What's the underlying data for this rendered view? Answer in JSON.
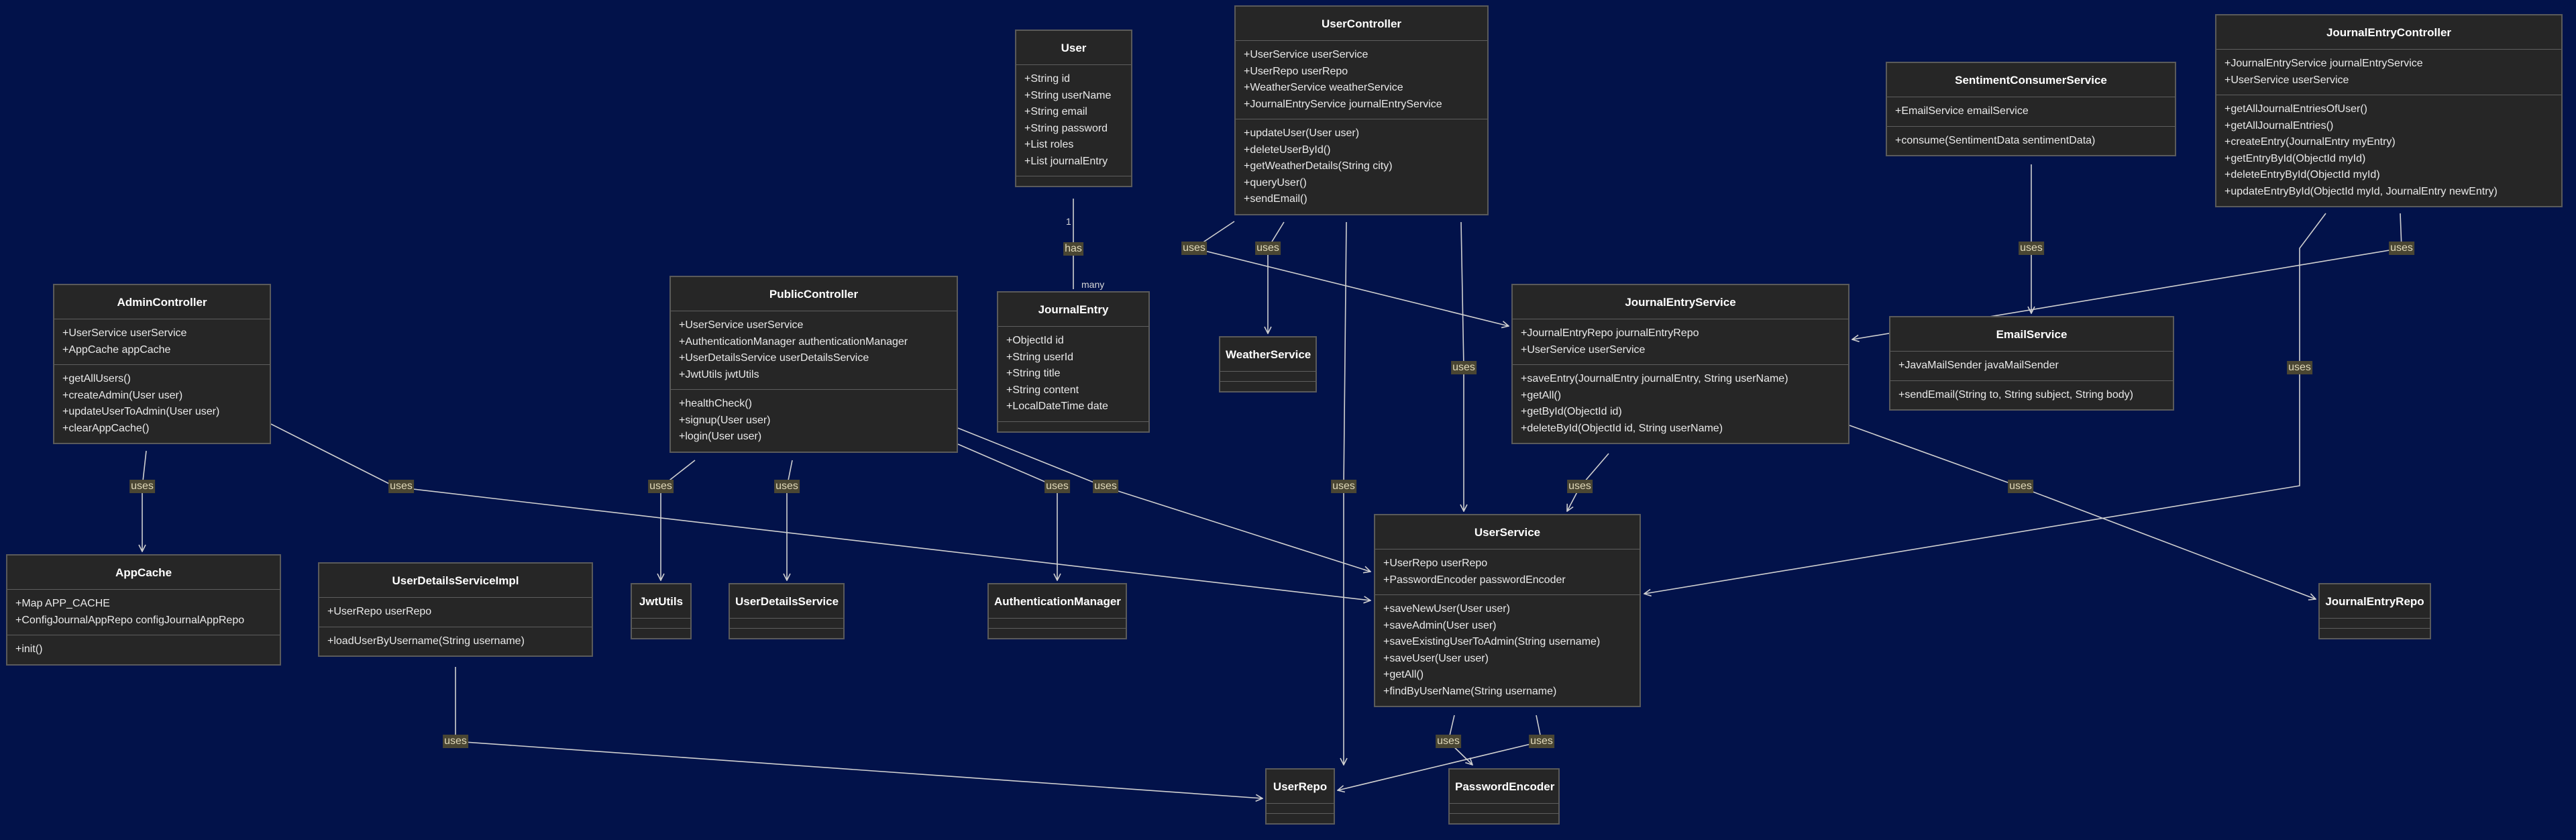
{
  "classes": [
    {
      "id": "User",
      "title": "User",
      "fields": [
        "+String id",
        "+String userName",
        "+String email",
        "+String password",
        "+List roles",
        "+List journalEntry"
      ],
      "methods": []
    },
    {
      "id": "UserController",
      "title": "UserController",
      "fields": [
        "+UserService userService",
        "+UserRepo userRepo",
        "+WeatherService weatherService",
        "+JournalEntryService journalEntryService"
      ],
      "methods": [
        "+updateUser(User user)",
        "+deleteUserById()",
        "+getWeatherDetails(String city)",
        "+queryUser()",
        "+sendEmail()"
      ]
    },
    {
      "id": "JournalEntryController",
      "title": "JournalEntryController",
      "fields": [
        "+JournalEntryService journalEntryService",
        "+UserService userService"
      ],
      "methods": [
        "+getAllJournalEntriesOfUser()",
        "+getAllJournalEntries()",
        "+createEntry(JournalEntry myEntry)",
        "+getEntryById(ObjectId myId)",
        "+deleteEntryById(ObjectId myId)",
        "+updateEntryById(ObjectId myId, JournalEntry newEntry)"
      ]
    },
    {
      "id": "SentimentConsumerService",
      "title": "SentimentConsumerService",
      "fields": [
        "+EmailService emailService"
      ],
      "methods": [
        "+consume(SentimentData sentimentData)"
      ]
    },
    {
      "id": "AdminController",
      "title": "AdminController",
      "fields": [
        "+UserService userService",
        "+AppCache appCache"
      ],
      "methods": [
        "+getAllUsers()",
        "+createAdmin(User user)",
        "+updateUserToAdmin(User user)",
        "+clearAppCache()"
      ]
    },
    {
      "id": "PublicController",
      "title": "PublicController",
      "fields": [
        "+UserService userService",
        "+AuthenticationManager authenticationManager",
        "+UserDetailsService userDetailsService",
        "+JwtUtils jwtUtils"
      ],
      "methods": [
        "+healthCheck()",
        "+signup(User user)",
        "+login(User user)"
      ]
    },
    {
      "id": "JournalEntry",
      "title": "JournalEntry",
      "fields": [
        "+ObjectId id",
        "+String userId",
        "+String title",
        "+String content",
        "+LocalDateTime date"
      ],
      "methods": []
    },
    {
      "id": "WeatherService",
      "title": "WeatherService",
      "fields": [],
      "methods": []
    },
    {
      "id": "JournalEntryService",
      "title": "JournalEntryService",
      "fields": [
        "+JournalEntryRepo journalEntryRepo",
        "+UserService userService"
      ],
      "methods": [
        "+saveEntry(JournalEntry journalEntry, String userName)",
        "+getAll()",
        "+getById(ObjectId id)",
        "+deleteById(ObjectId id, String userName)"
      ]
    },
    {
      "id": "EmailService",
      "title": "EmailService",
      "fields": [
        "+JavaMailSender javaMailSender"
      ],
      "methods": [
        "+sendEmail(String to, String subject, String body)"
      ]
    },
    {
      "id": "AppCache",
      "title": "AppCache",
      "fields": [
        "+Map APP_CACHE",
        "+ConfigJournalAppRepo configJournalAppRepo"
      ],
      "methods": [
        "+init()"
      ]
    },
    {
      "id": "UserDetailsServiceImpl",
      "title": "UserDetailsServiceImpl",
      "fields": [
        "+UserRepo userRepo"
      ],
      "methods": [
        "+loadUserByUsername(String username)"
      ]
    },
    {
      "id": "JwtUtils",
      "title": "JwtUtils",
      "fields": [],
      "methods": []
    },
    {
      "id": "UserDetailsService",
      "title": "UserDetailsService",
      "fields": [],
      "methods": []
    },
    {
      "id": "AuthenticationManager",
      "title": "AuthenticationManager",
      "fields": [],
      "methods": []
    },
    {
      "id": "UserService",
      "title": "UserService",
      "fields": [
        "+UserRepo userRepo",
        "+PasswordEncoder passwordEncoder"
      ],
      "methods": [
        "+saveNewUser(User user)",
        "+saveAdmin(User user)",
        "+saveExistingUserToAdmin(String username)",
        "+saveUser(User user)",
        "+getAll()",
        "+findByUserName(String username)"
      ]
    },
    {
      "id": "JournalEntryRepo",
      "title": "JournalEntryRepo",
      "fields": [],
      "methods": []
    },
    {
      "id": "UserRepo",
      "title": "UserRepo",
      "fields": [],
      "methods": []
    },
    {
      "id": "PasswordEncoder",
      "title": "PasswordEncoder",
      "fields": [],
      "methods": []
    }
  ],
  "relations": [
    {
      "from": "User",
      "to": "JournalEntry",
      "label": "has",
      "from_multiplicity": "1",
      "to_multiplicity": "many"
    },
    {
      "from": "AdminController",
      "to": "AppCache",
      "label": "uses"
    },
    {
      "from": "AdminController",
      "to": "UserService",
      "label": "uses"
    },
    {
      "from": "PublicController",
      "to": "JwtUtils",
      "label": "uses"
    },
    {
      "from": "PublicController",
      "to": "UserDetailsService",
      "label": "uses"
    },
    {
      "from": "PublicController",
      "to": "AuthenticationManager",
      "label": "uses"
    },
    {
      "from": "PublicController",
      "to": "UserService",
      "label": "uses"
    },
    {
      "from": "UserController",
      "to": "JournalEntryService",
      "label": "uses"
    },
    {
      "from": "UserController",
      "to": "WeatherService",
      "label": "uses"
    },
    {
      "from": "UserController",
      "to": "UserRepo",
      "label": "uses"
    },
    {
      "from": "UserController",
      "to": "UserService",
      "label": "uses"
    },
    {
      "from": "JournalEntryService",
      "to": "UserService",
      "label": "uses"
    },
    {
      "from": "JournalEntryService",
      "to": "JournalEntryRepo",
      "label": "uses"
    },
    {
      "from": "SentimentConsumerService",
      "to": "EmailService",
      "label": "uses"
    },
    {
      "from": "JournalEntryController",
      "to": "JournalEntryService",
      "label": "uses"
    },
    {
      "from": "JournalEntryController",
      "to": "UserService",
      "label": "uses"
    },
    {
      "from": "UserDetailsServiceImpl",
      "to": "UserRepo",
      "label": "uses"
    },
    {
      "from": "UserService",
      "to": "PasswordEncoder",
      "label": "uses"
    },
    {
      "from": "UserService",
      "to": "UserRepo",
      "label": "uses"
    }
  ],
  "colors": {
    "background": "#02124a",
    "box_fill": "#262626",
    "box_border": "#5a5a5a",
    "edge": "#d0d0d0",
    "label_fill": "#4a4633",
    "label_text": "#e0d9ba"
  }
}
